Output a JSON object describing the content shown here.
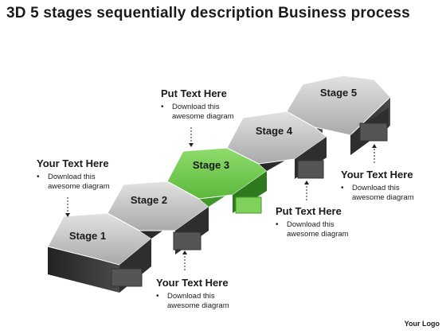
{
  "title": "3D 5 stages sequentially description Business process",
  "stages": [
    {
      "label": "Stage 1",
      "highlight": false
    },
    {
      "label": "Stage 2",
      "highlight": false
    },
    {
      "label": "Stage 3",
      "highlight": true
    },
    {
      "label": "Stage 4",
      "highlight": false
    },
    {
      "label": "Stage 5",
      "highlight": false
    }
  ],
  "callouts": [
    {
      "heading": "Your Text Here",
      "text": "Download this awesome diagram"
    },
    {
      "heading": "Put Text Here",
      "text": "Download this awesome diagram"
    },
    {
      "heading": "Your Text Here",
      "text": "Download this awesome diagram"
    },
    {
      "heading": "Put Text Here",
      "text": "Download this awesome diagram"
    },
    {
      "heading": "Your Text Here",
      "text": "Download this awesome diagram"
    }
  ],
  "footer": "Your Logo",
  "colors": {
    "gray_top": "#c6c6c6",
    "gray_side": "#333333",
    "green_top": "#7fd15c",
    "green_side": "#3f9a2a"
  }
}
